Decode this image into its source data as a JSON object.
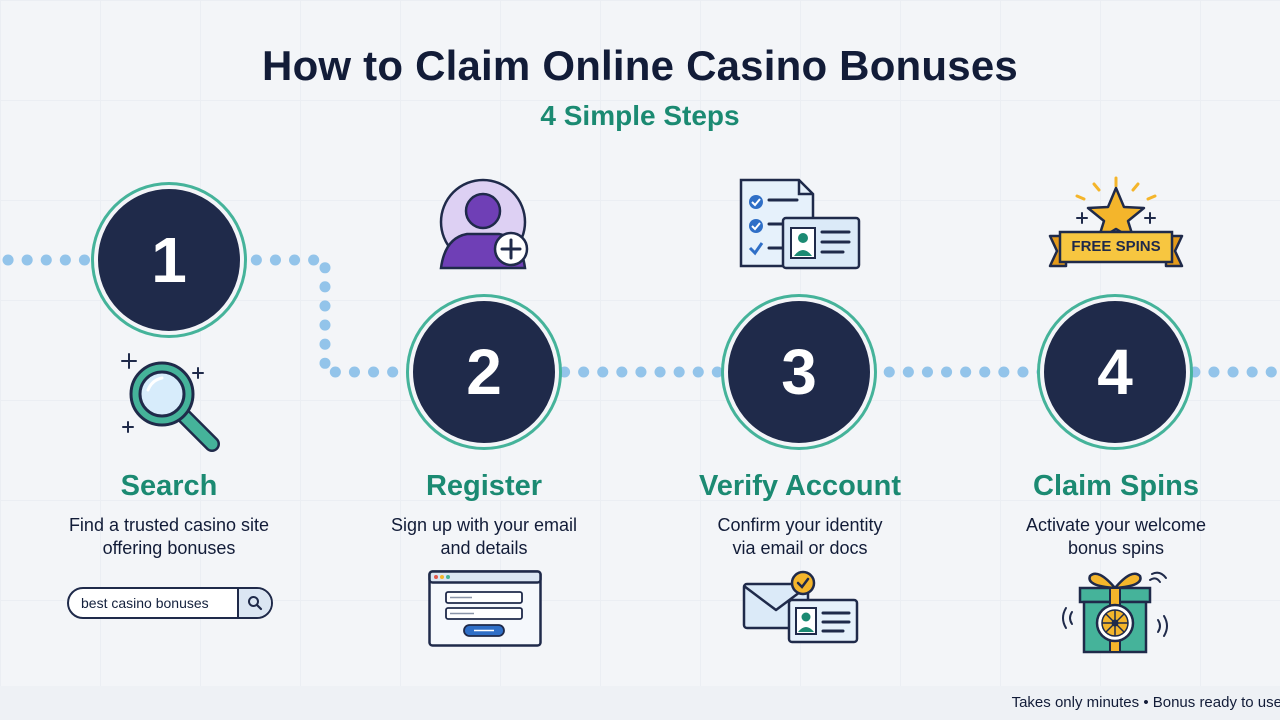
{
  "header": {
    "title": "How to Claim Online Casino Bonuses",
    "subtitle": "4 Simple Steps"
  },
  "steps": [
    {
      "number": "1",
      "title": "Search",
      "desc": [
        "Find a trusted casino site",
        "offering bonuses"
      ],
      "icon": "magnifier-icon"
    },
    {
      "number": "2",
      "title": "Register",
      "desc": [
        "Sign up with your email",
        "and details"
      ],
      "icon": "user-add-icon"
    },
    {
      "number": "3",
      "title": "Verify Account",
      "desc": [
        "Confirm your identity",
        "via email or docs"
      ],
      "icon": "id-document-icon"
    },
    {
      "number": "4",
      "title": "Claim Spins",
      "desc": [
        "Activate your welcome",
        "bonus spins"
      ],
      "icon": "star-ribbon-icon"
    }
  ],
  "search_box": {
    "text": "best casino bonuses",
    "icon": "search-icon"
  },
  "ribbon_label": "FREE SPINS",
  "footer": {
    "note": "Takes only minutes • Bonus ready to use"
  },
  "colors": {
    "navy": "#1f2a4a",
    "teal": "#1b8a72",
    "ring": "#45b39a",
    "dots": "#93c4ea",
    "purple": "#6f3fb6",
    "gold": "#f4b52b"
  }
}
